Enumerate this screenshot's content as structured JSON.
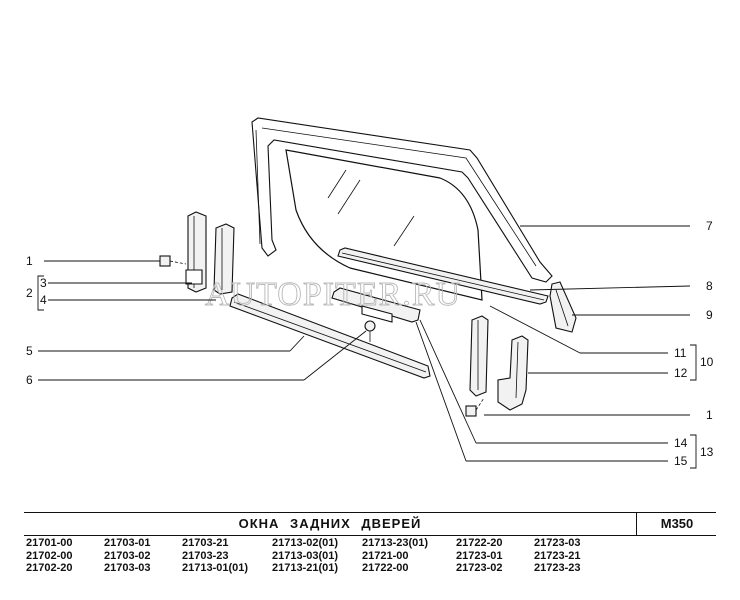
{
  "callouts": {
    "c1a": "1",
    "c2": "2",
    "c3": "3",
    "c4": "4",
    "c5": "5",
    "c6": "6",
    "c7": "7",
    "c8": "8",
    "c9": "9",
    "c10": "10",
    "c11": "11",
    "c12": "12",
    "c1b": "1",
    "c13": "13",
    "c14": "14",
    "c15": "15"
  },
  "watermark": "AUTOPITER.RU",
  "title_block": {
    "title": "ОКНА ЗАДНИХ ДВЕРЕЙ",
    "code": "М350"
  },
  "models": {
    "col1": [
      "21701-00",
      "21702-00",
      "21702-20"
    ],
    "col2": [
      "21703-01",
      "21703-02",
      "21703-03"
    ],
    "col3": [
      "21703-21",
      "21703-23",
      "21713-01(01)"
    ],
    "col4": [
      "21713-02(01)",
      "21713-03(01)",
      "21713-21(01)"
    ],
    "col5": [
      "21713-23(01)",
      "21721-00",
      "21722-00"
    ],
    "col6": [
      "21722-20",
      "21723-01",
      "21723-02"
    ],
    "col7": [
      "21723-03",
      "21723-21",
      "21723-23"
    ]
  }
}
